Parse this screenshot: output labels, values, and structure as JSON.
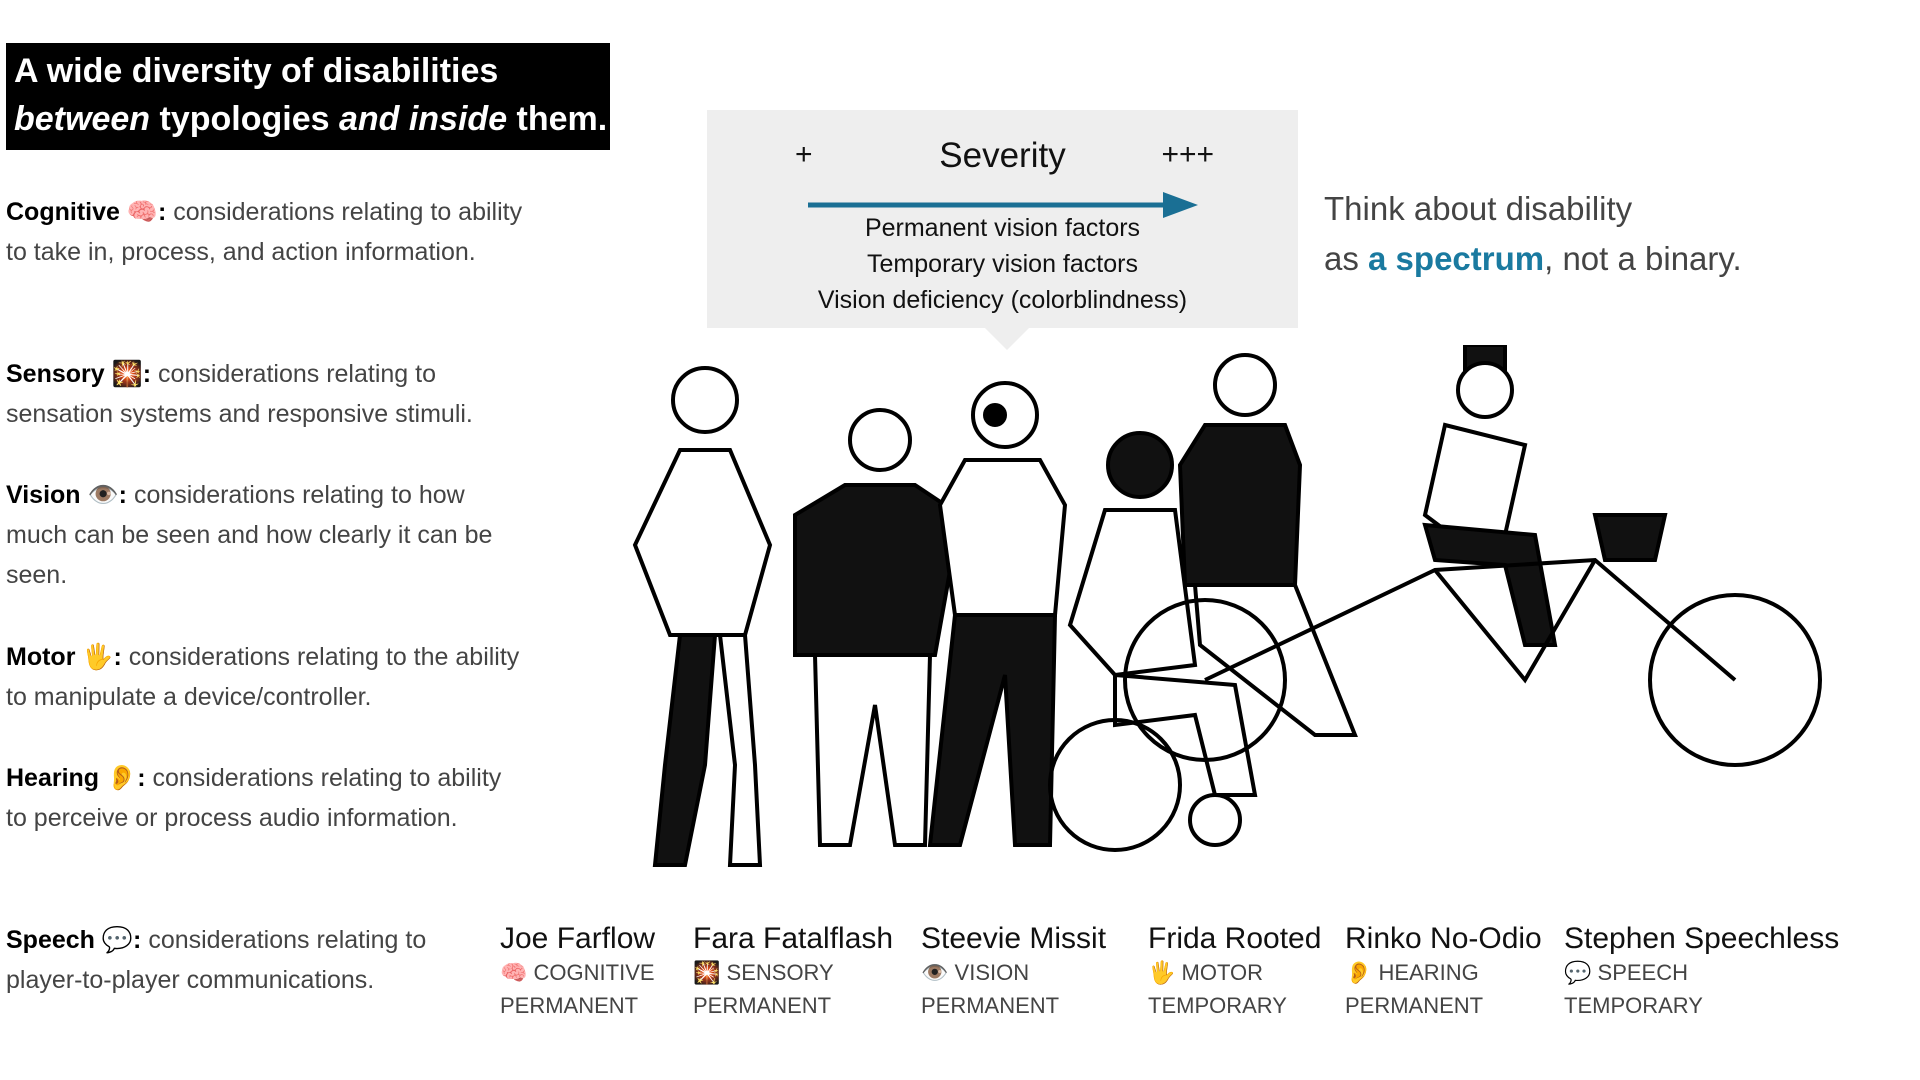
{
  "title": {
    "line1": "A wide diversity of disabilities",
    "line2_em1": "between",
    "line2_mid": " typologies ",
    "line2_em2": "and inside",
    "line2_end": " them."
  },
  "definitions": [
    {
      "name": "Cognitive",
      "icon": "🧠",
      "text": "considerations relating to ability to take in, process, and action information."
    },
    {
      "name": "Sensory",
      "icon": "🎇",
      "text": "considerations relating to sensation systems and responsive stimuli."
    },
    {
      "name": "Vision",
      "icon": "👁️",
      "text": "considerations relating to how much can be seen and how clearly it can be seen."
    },
    {
      "name": "Motor",
      "icon": "🖐️",
      "text": "considerations relating to the ability to manipulate a device/controller."
    },
    {
      "name": "Hearing",
      "icon": "👂",
      "text": "considerations relating to ability to perceive or process audio information."
    },
    {
      "name": "Speech",
      "icon": "💬",
      "text": "considerations relating to player-to-player communications."
    }
  ],
  "severity": {
    "low": "+",
    "label": "Severity",
    "high": "+++",
    "arrow_color": "#1a6f94",
    "factors": [
      "Permanent vision factors",
      "Temporary vision factors",
      "Vision deficiency (colorblindness)"
    ]
  },
  "think": {
    "line1": "Think about disability",
    "pre": "as ",
    "highlight": "a spectrum",
    "post": ", not a binary.",
    "highlight_color": "#1a7aa0"
  },
  "personas": [
    {
      "name": "Joe Farflow",
      "icon": "🧠",
      "type": "COGNITIVE",
      "duration": "PERMANENT"
    },
    {
      "name": "Fara Fatalflash",
      "icon": "🎇",
      "type": "SENSORY",
      "duration": "PERMANENT"
    },
    {
      "name": "Steevie Missit",
      "icon": "👁️",
      "type": "VISION",
      "duration": "PERMANENT"
    },
    {
      "name": "Frida Rooted",
      "icon": "🖐️",
      "type": "MOTOR",
      "duration": "TEMPORARY"
    },
    {
      "name": "Rinko No-Odio",
      "icon": "👂",
      "type": "HEARING",
      "duration": "PERMANENT"
    },
    {
      "name": "Stephen Speechless",
      "icon": "💬",
      "type": "SPEECH",
      "duration": "TEMPORARY"
    }
  ]
}
